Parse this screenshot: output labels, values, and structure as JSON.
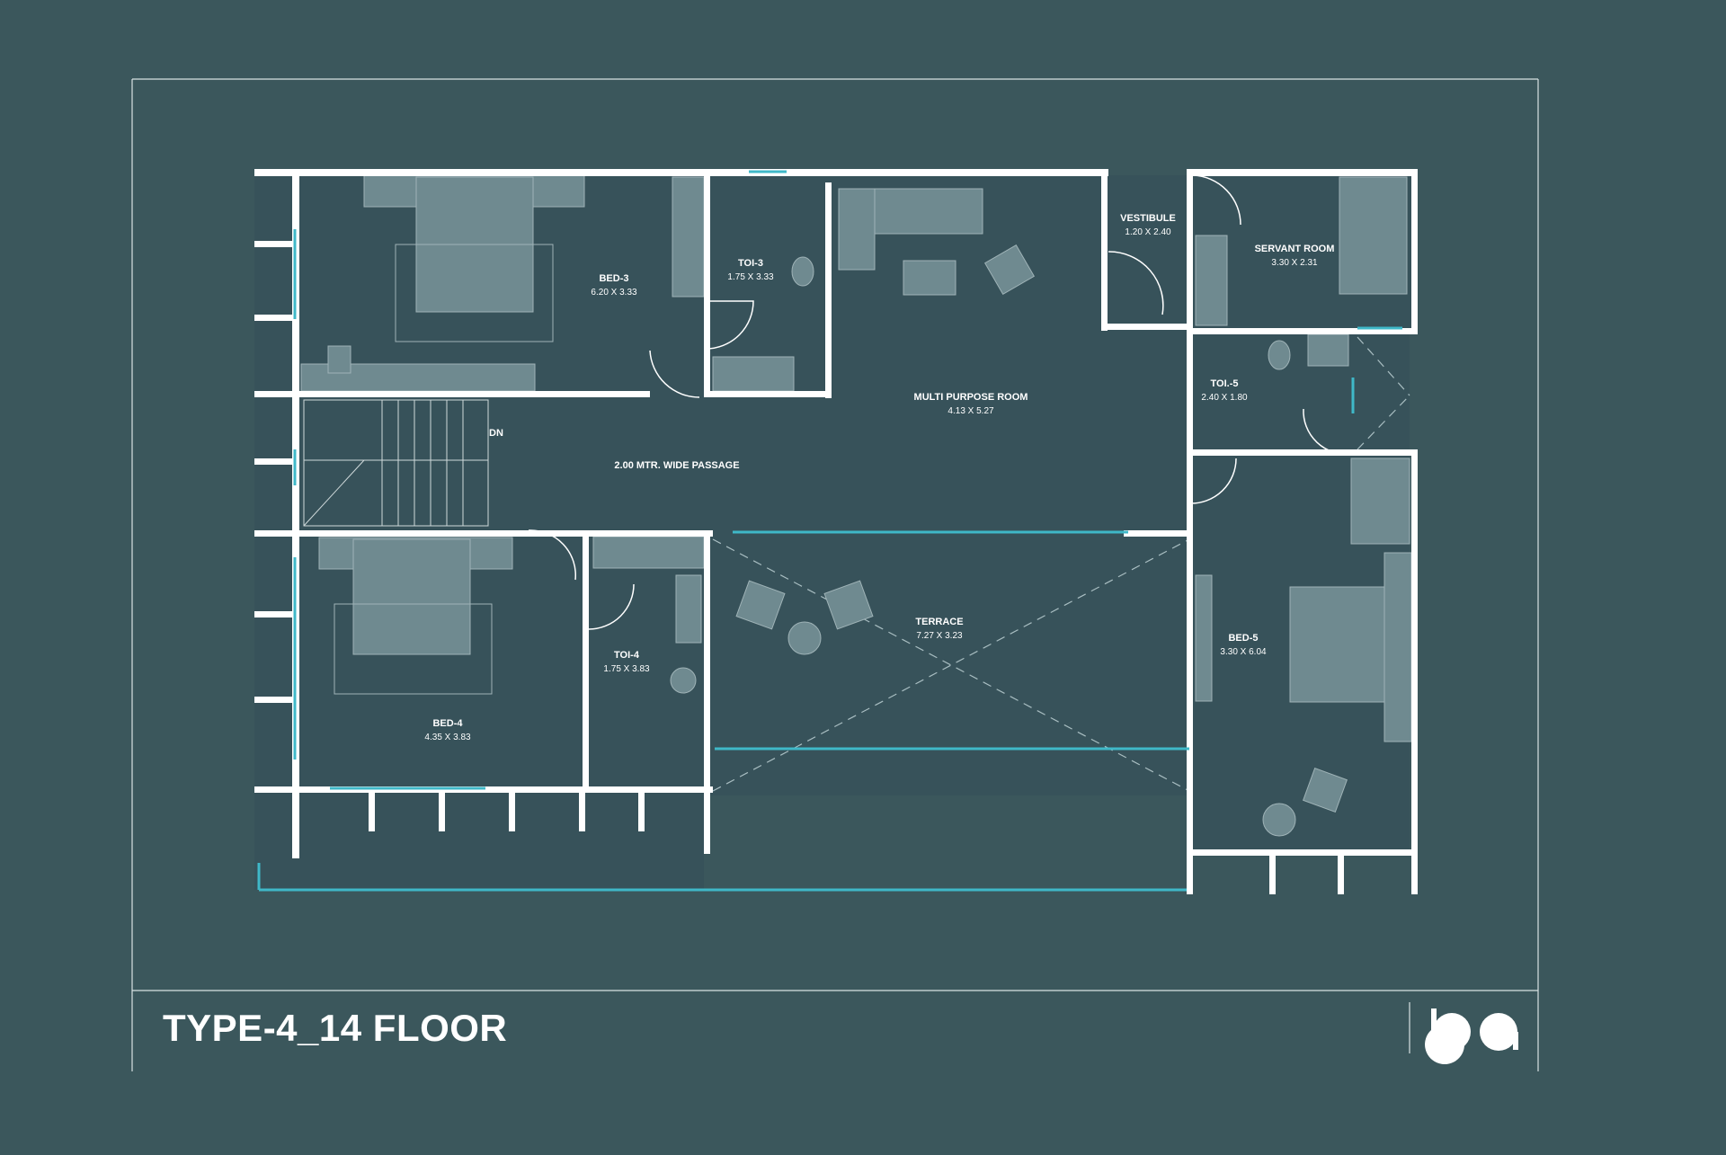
{
  "title": "TYPE-4_14 FLOOR",
  "colors": {
    "background": "#3b575c",
    "wall": "#ffffff",
    "furniture": "#6f8a90",
    "glass": "#3fb8c8",
    "floor": "#37525a"
  },
  "logo_icon": "studio-logo-icon",
  "rooms": [
    {
      "name": "BED-3",
      "size": "6.20 X 3.33"
    },
    {
      "name": "TOI-3",
      "size": "1.75 X 3.33"
    },
    {
      "name": "VESTIBULE",
      "size": "1.20 X 2.40"
    },
    {
      "name": "SERVANT ROOM",
      "size": "3.30 X 2.31"
    },
    {
      "name": "TOI.-5",
      "size": "2.40 X 1.80"
    },
    {
      "name": "MULTI PURPOSE ROOM",
      "size": "4.13 X 5.27"
    },
    {
      "name": "2.00 MTR. WIDE PASSAGE",
      "size": ""
    },
    {
      "name": "TOI-4",
      "size": "1.75 X 3.83"
    },
    {
      "name": "TERRACE",
      "size": "7.27 X 3.23"
    },
    {
      "name": "BED-4",
      "size": "4.35 X 3.83"
    },
    {
      "name": "BED-5",
      "size": "3.30 X 6.04"
    }
  ],
  "stair_label": "DN"
}
